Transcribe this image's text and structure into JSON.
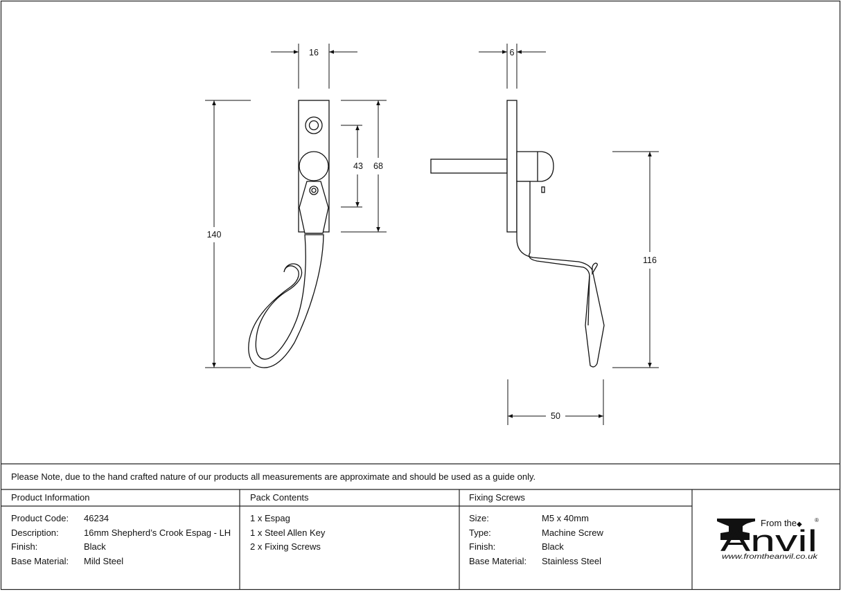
{
  "dimensions": {
    "width_top": "16",
    "height_total": "140",
    "plate_height": "68",
    "hole_spacing": "43",
    "plate_thickness": "6",
    "handle_drop": "116",
    "projection": "50"
  },
  "note": "Please Note, due to the hand crafted nature of our products all measurements are approximate and should be used as a guide only.",
  "product_information": {
    "heading": "Product Information",
    "rows": [
      {
        "label": "Product Code:",
        "value": "46234"
      },
      {
        "label": "Description:",
        "value": "16mm Shepherd’s Crook Espag - LH"
      },
      {
        "label": "Finish:",
        "value": "Black"
      },
      {
        "label": "Base Material:",
        "value": "Mild Steel"
      }
    ]
  },
  "pack_contents": {
    "heading": "Pack Contents",
    "items": [
      "1 x Espag",
      "1 x Steel Allen Key",
      "2 x Fixing Screws"
    ]
  },
  "fixing_screws": {
    "heading": "Fixing Screws",
    "rows": [
      {
        "label": "Size:",
        "value": "M5 x 40mm"
      },
      {
        "label": "Type:",
        "value": "Machine Screw"
      },
      {
        "label": "Finish:",
        "value": "Black"
      },
      {
        "label": "Base Material:",
        "value": "Stainless Steel"
      }
    ]
  },
  "logo": {
    "from_the": "From the",
    "brand": "Anvil",
    "registered": "®",
    "url": "www.fromtheanvil.co.uk"
  }
}
